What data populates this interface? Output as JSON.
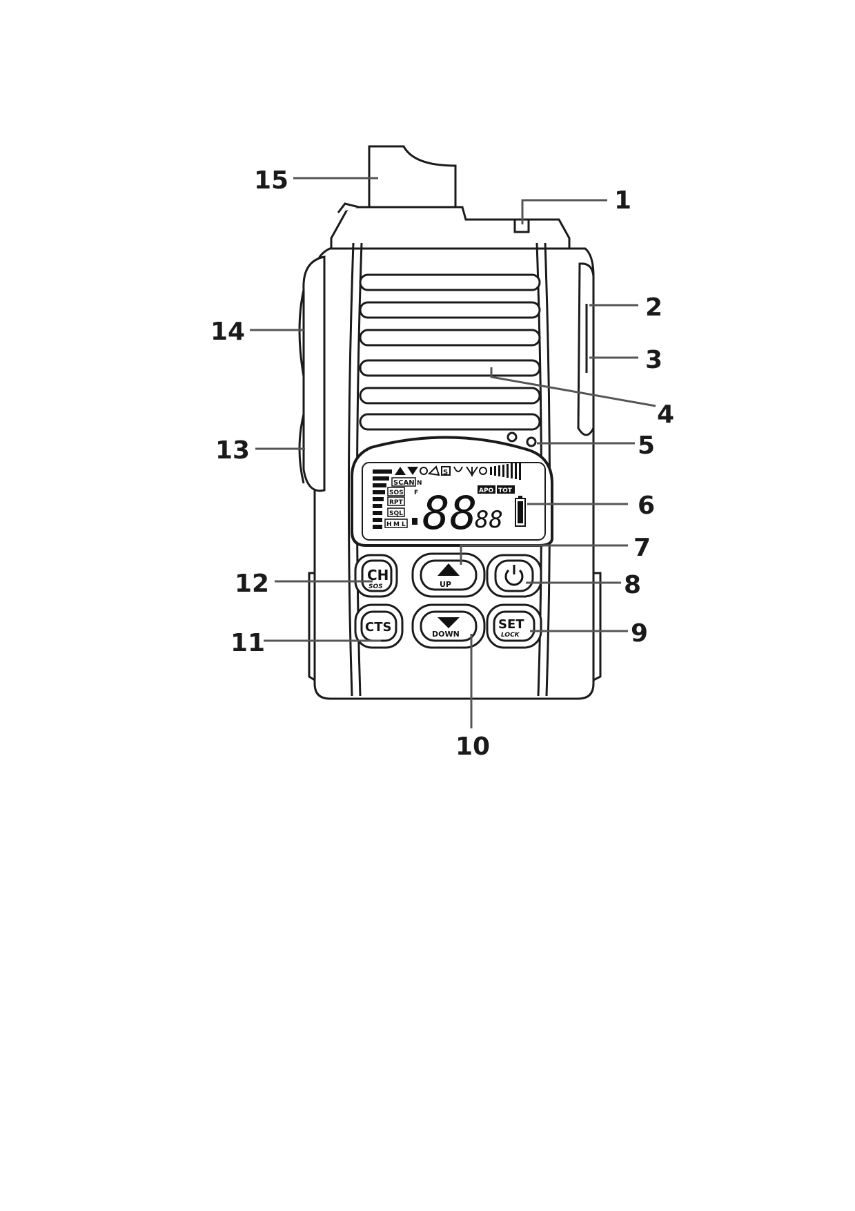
{
  "callouts": [
    {
      "id": "1",
      "label": "1"
    },
    {
      "id": "2",
      "label": "2"
    },
    {
      "id": "3",
      "label": "3"
    },
    {
      "id": "4",
      "label": "4"
    },
    {
      "id": "5",
      "label": "5"
    },
    {
      "id": "6",
      "label": "6"
    },
    {
      "id": "7",
      "label": "7"
    },
    {
      "id": "8",
      "label": "8"
    },
    {
      "id": "9",
      "label": "9"
    },
    {
      "id": "10",
      "label": "10"
    },
    {
      "id": "11",
      "label": "11"
    },
    {
      "id": "12",
      "label": "12"
    },
    {
      "id": "13",
      "label": "13"
    },
    {
      "id": "14",
      "label": "14"
    },
    {
      "id": "15",
      "label": "15"
    }
  ],
  "buttons": {
    "ch": "CH",
    "ch_sub": "SOS",
    "up": "UP",
    "power_icon": "power-icon",
    "cts": "CTS",
    "down": "DOWN",
    "set": "SET",
    "set_sub": "LOCK"
  },
  "lcd": {
    "scan": "SCAN",
    "sos": "SOS",
    "rpt": "RPT",
    "sql": "SQL",
    "power_levels": [
      "H",
      "M",
      "L"
    ],
    "n": "N",
    "f": "F",
    "s": "S",
    "apo": "APO",
    "tot": "TOT",
    "main_digits": "88",
    "sub_digits": "88"
  },
  "colors": {
    "line": "#1a1a1a",
    "background": "#ffffff"
  }
}
